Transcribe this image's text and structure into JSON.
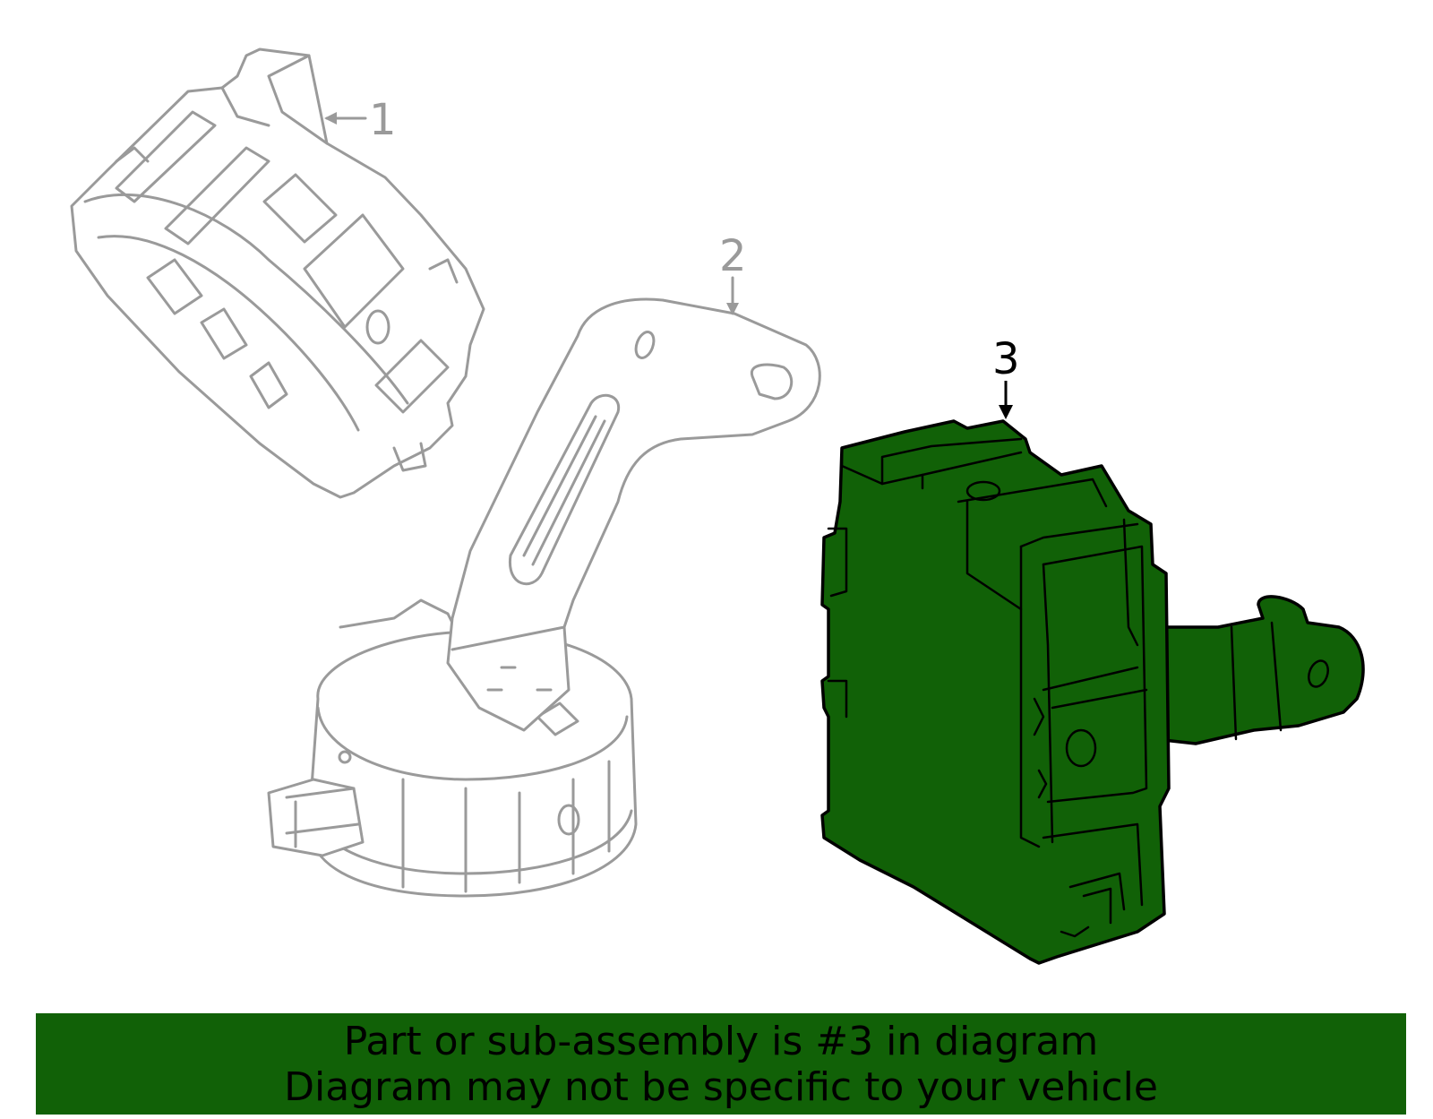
{
  "callouts": {
    "part_1": "1",
    "part_2": "2",
    "part_3": "3"
  },
  "highlight": {
    "part_number": "3",
    "color": "#116107"
  },
  "banner": {
    "line1": "Part or sub-assembly is #3 in diagram",
    "line2": "Diagram may not be specific to your vehicle",
    "background_color": "#116107"
  }
}
